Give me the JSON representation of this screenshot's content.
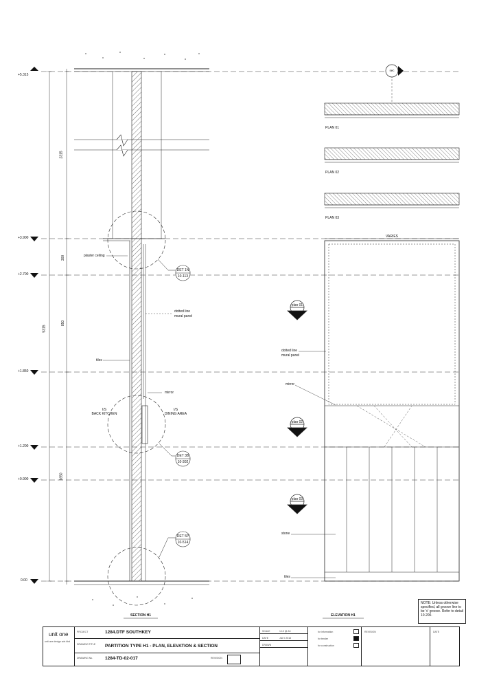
{
  "levels": [
    {
      "label": "+5.315"
    },
    {
      "label": "+3.900"
    },
    {
      "label": "+2.700"
    },
    {
      "label": "+1.850"
    },
    {
      "label": "+1.200"
    },
    {
      "label": "+0.900"
    },
    {
      "label": "0.00"
    }
  ],
  "dimensions": {
    "d2315": "2315",
    "d300": "300",
    "d5315": "5315",
    "d850": "850",
    "d1650": "1650"
  },
  "section": {
    "labels": {
      "plaster_ceiling": "plaster ceiling",
      "dotted_line": "dotted line",
      "mural_panel": "mural panel",
      "tiles": "tiles",
      "mirror": "mirror",
      "back_kitchen_1": "I/S",
      "back_kitchen_2": "BACK KITCHEN",
      "dining_1": "I/S",
      "dining_2": "DINING AREA"
    },
    "details": [
      {
        "top": "DET 1N",
        "bottom": "10-113"
      },
      {
        "top": "DET 3B",
        "bottom": "10-302"
      },
      {
        "top": "DET 5P",
        "bottom": "10-514"
      }
    ],
    "title": "SECTION H1"
  },
  "elevation": {
    "sec_marker": "sec",
    "plans": [
      "PLAN 01",
      "PLAN 02",
      "PLAN 03"
    ],
    "varies": "VARIES",
    "plan_markers": [
      "plan 01",
      "plan 02",
      "plan 03"
    ],
    "labels": {
      "dotted_line": "dotted line",
      "mural_panel": "mural panel",
      "mirror": "mirror",
      "stone": "stone",
      "tiles": "tiles"
    },
    "title": "ELEVATION H1"
  },
  "note": "NOTE: Unless otherwise specified, all groove line to be 'v' groove. Refer to detail 10.200.",
  "titleblock": {
    "company": "unit one",
    "company_sub": "unit one design sdn bhd",
    "project_label": "PROJECT",
    "project": "1284.DTF SOUTHKEY",
    "drawing_title_label": "DRAWING TITLE",
    "drawing_title": "PARTITION TYPE H1 - PLAN, ELEVATION & SECTION",
    "drawing_no_label": "DRAWING No.",
    "drawing_no": "1284-TD-02-017",
    "revision_small": "REVISION",
    "scale_label": "SCALE",
    "scale": "1:10 @ A3",
    "date_label": "DATE",
    "date": "JULY 2018",
    "drawn_label": "DRAWN",
    "issue1": "for information",
    "issue2": "for tender",
    "issue3": "for construction",
    "revision_label": "REVISION",
    "date_col_label": "DATE"
  }
}
